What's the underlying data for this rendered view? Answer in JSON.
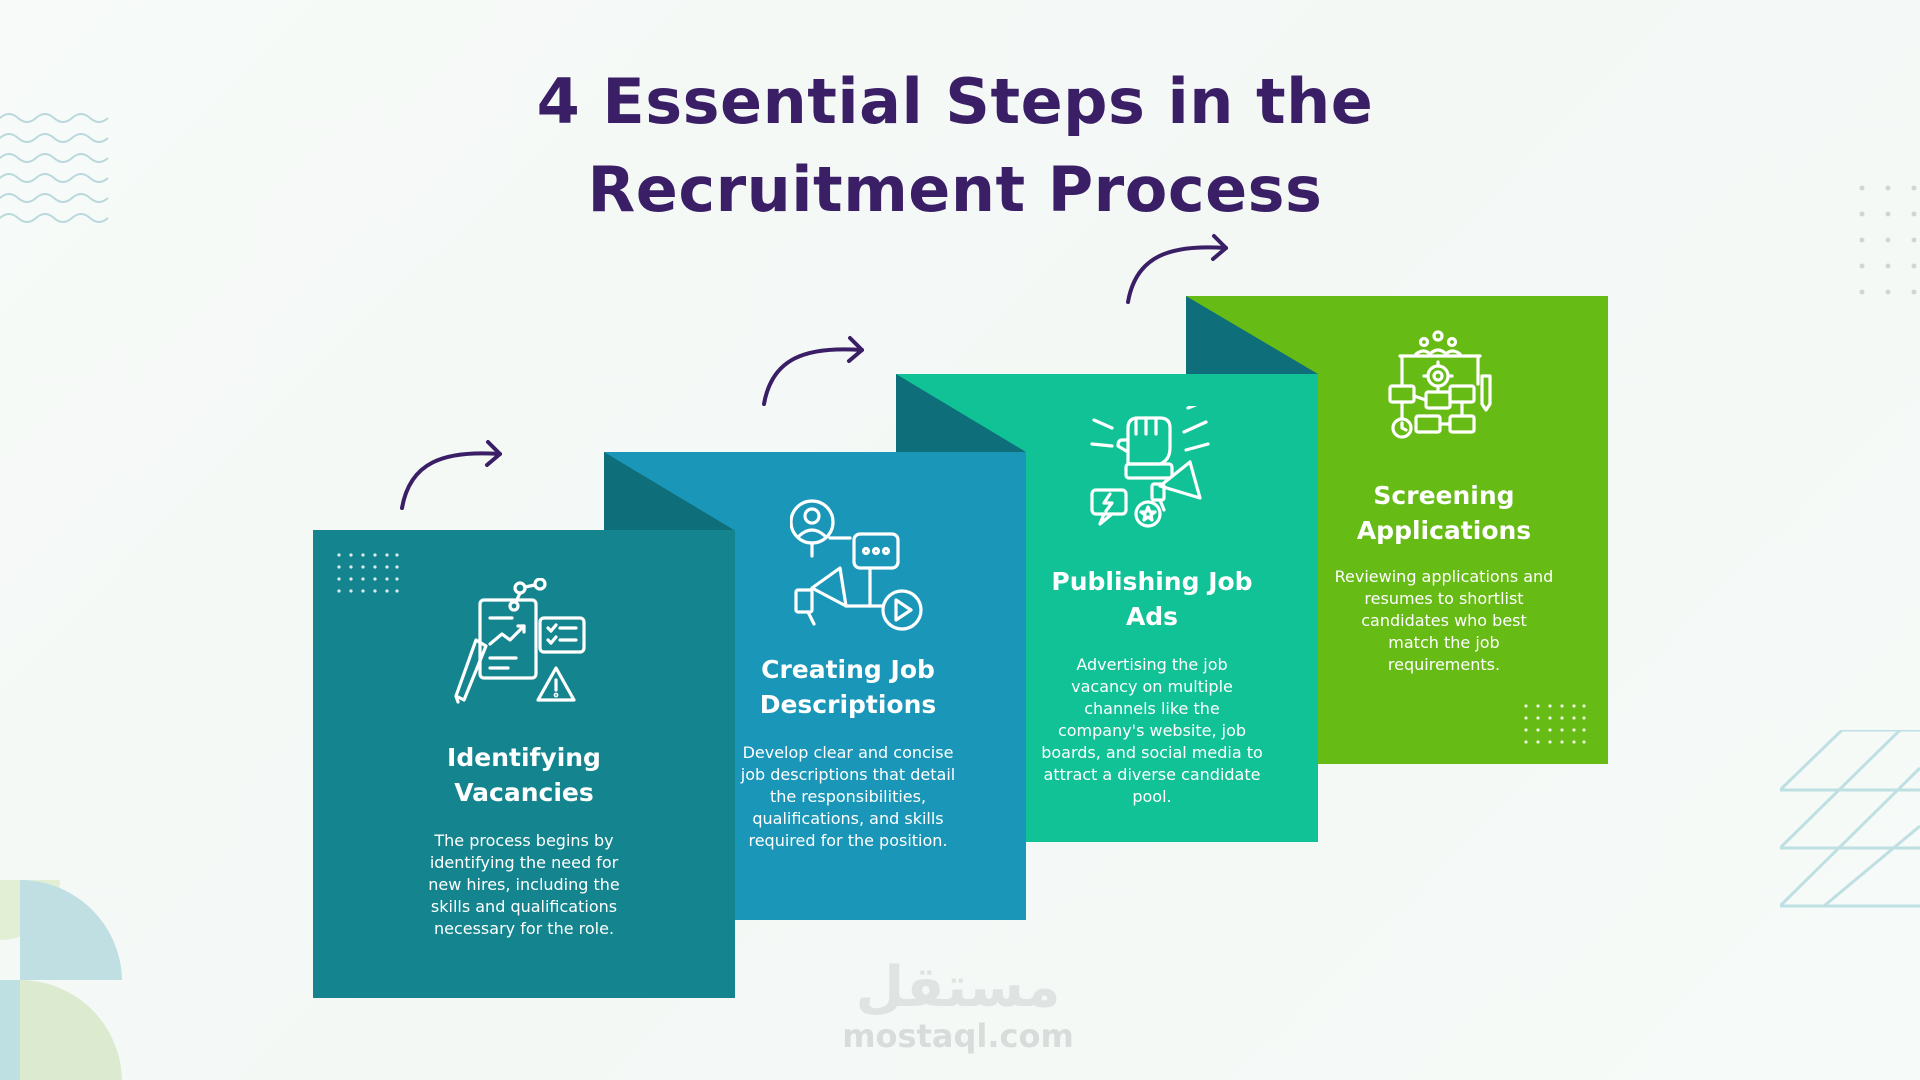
{
  "title": {
    "line1": "4 Essential Steps in the",
    "line2": "Recruitment Process"
  },
  "steps": [
    {
      "title_line1": "Identifying",
      "title_line2": "Vacancies",
      "description": [
        "The process begins by",
        "identifying the need for",
        "new hires, including the",
        "skills and qualifications",
        "necessary for the role."
      ],
      "color": "#14858f",
      "fold_color": "#0c6e75",
      "icon": "vacancy-analysis-icon"
    },
    {
      "title_line1": "Creating Job",
      "title_line2": "Descriptions",
      "description": [
        "Develop clear and concise",
        "job descriptions that detail",
        "the responsibilities,",
        "qualifications, and skills",
        "required for the position."
      ],
      "color": "#1a96b8",
      "fold_color": "#0e6e7a",
      "icon": "job-description-media-icon"
    },
    {
      "title_line1": "Publishing Job",
      "title_line2": "Ads",
      "description": [
        "Advertising the job",
        "vacancy on multiple",
        "channels like the",
        "company's website, job",
        "boards, and social media to",
        "attract a diverse candidate",
        "pool."
      ],
      "color": "#10c296",
      "fold_color": "#0e6e7a",
      "icon": "megaphone-fist-icon"
    },
    {
      "title_line1": "Screening",
      "title_line2": "Applications",
      "description": [
        "Reviewing applications and",
        "resumes to shortlist",
        "candidates who best",
        "match the job",
        "requirements."
      ],
      "color": "#66bb14",
      "fold_color": "#0e6e7a",
      "icon": "screening-flowchart-icon"
    }
  ],
  "watermark": {
    "arabic": "مستقل",
    "latin": "mostaql.com"
  },
  "colors": {
    "title": "#3a1f66",
    "arrow": "#3a1f66"
  }
}
